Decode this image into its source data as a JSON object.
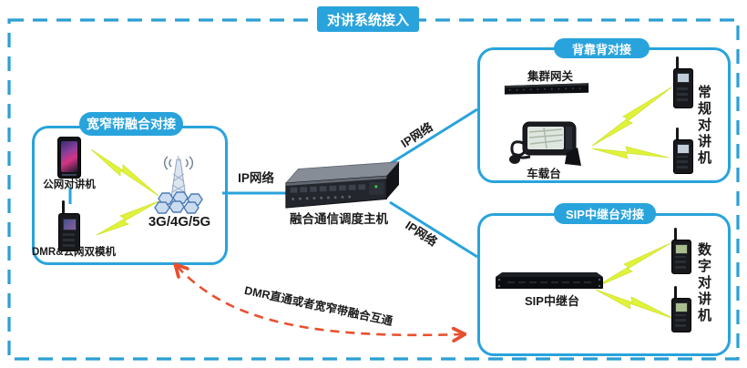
{
  "title": "对讲系统接入",
  "colors": {
    "accent": "#29a3dc",
    "bolt": "#e0f23a",
    "bridge_arrow": "#e8502e"
  },
  "server": {
    "label": "融合通信调度主机"
  },
  "links": {
    "ip_left": "IP网络",
    "ip_top": "IP网络",
    "ip_bottom": "IP网络",
    "bridge": "DMR直通或者宽窄带融合互通"
  },
  "groups": {
    "broadband": {
      "badge": "宽窄带融合对接",
      "public_phone": "公网对讲机",
      "dual_mode": "DMR&公网双模机",
      "network": "3G/4G/5G"
    },
    "back_to_back": {
      "badge": "背靠背对接",
      "gateway": "集群网关",
      "vehicle": "车载台",
      "radios": "常规对讲机"
    },
    "sip": {
      "badge": "SIP中继台对接",
      "relay": "SIP中继台",
      "radios": "数字对讲机"
    }
  }
}
